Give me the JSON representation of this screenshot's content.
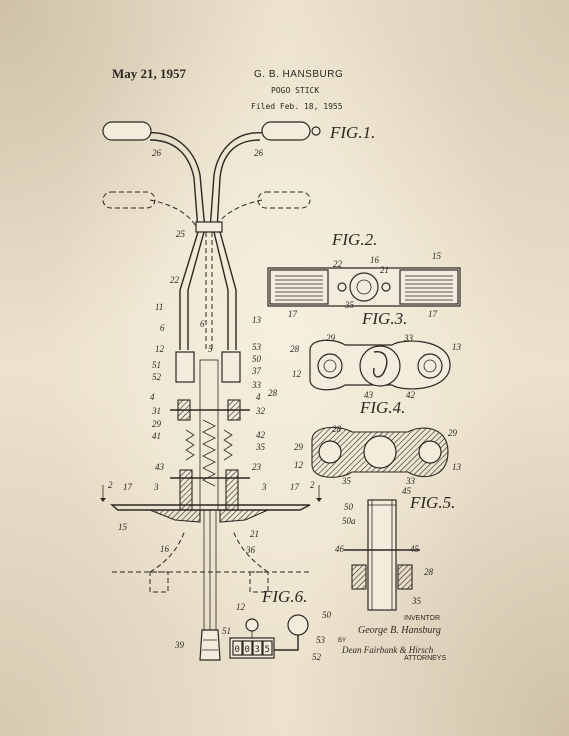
{
  "header": {
    "date": "May 21, 1957",
    "inventor": "G. B. HANSBURG",
    "title": "POGO STICK",
    "filed": "Filed Feb. 18, 1955"
  },
  "figures": {
    "fig1": "FIG.1.",
    "fig2": "FIG.2.",
    "fig3": "FIG.3.",
    "fig4": "FIG.4.",
    "fig5": "FIG.5.",
    "fig6": "FIG.6."
  },
  "counter_display": [
    "0",
    "0",
    "3",
    "5"
  ],
  "reference_numerals": {
    "n26a": "26",
    "n26b": "26",
    "n25": "25",
    "n22": "22",
    "n11": "11",
    "n13": "13",
    "n6a": "6",
    "n6b": "6",
    "n12": "12",
    "n5": "5",
    "n53": "53",
    "n51": "51",
    "n50": "50",
    "n52": "52",
    "n37": "37",
    "n33": "33",
    "n4a": "4",
    "n4b": "4",
    "n28": "28",
    "n31": "31",
    "n32": "32",
    "n29": "29",
    "n42": "42",
    "n41": "41",
    "n35": "35",
    "n43": "43",
    "n23": "23",
    "n3a": "3",
    "n3b": "3",
    "n2a": "2",
    "n2b": "2",
    "n17a": "17",
    "n17b": "17",
    "n15": "15",
    "n21": "21",
    "n16": "16",
    "n36": "36",
    "n39": "39",
    "f2_22": "22",
    "f2_16": "16",
    "f2_21": "21",
    "f2_15": "15",
    "f2_17a": "17",
    "f2_35": "35",
    "f2_17b": "17",
    "f3_29": "29",
    "f3_33": "33",
    "f3_28": "28",
    "f3_13": "13",
    "f3_12": "12",
    "f3_43": "43",
    "f3_42": "42",
    "f4_28": "28",
    "f4_29a": "29",
    "f4_29b": "29",
    "f4_12": "12",
    "f4_13": "13",
    "f4_35": "35",
    "f4_33": "33",
    "f5_45": "45",
    "f5_50": "50",
    "f5_50a": "50a",
    "f5_46": "46",
    "f5_45b": "45",
    "f5_28": "28",
    "f5_35": "35",
    "f6_12": "12",
    "f6_50": "50",
    "f6_51": "51",
    "f6_53": "53",
    "f6_52": "52"
  },
  "signature": {
    "inventor_label": "INVENTOR",
    "inventor_signature": "George B. Hansburg",
    "by": "BY",
    "attorneys_signature": "Dean Fairbank & Hirsch",
    "attorneys_label": "ATTORNEYS"
  },
  "colors": {
    "paper": "#ece2cd",
    "ink": "#2c2722"
  }
}
